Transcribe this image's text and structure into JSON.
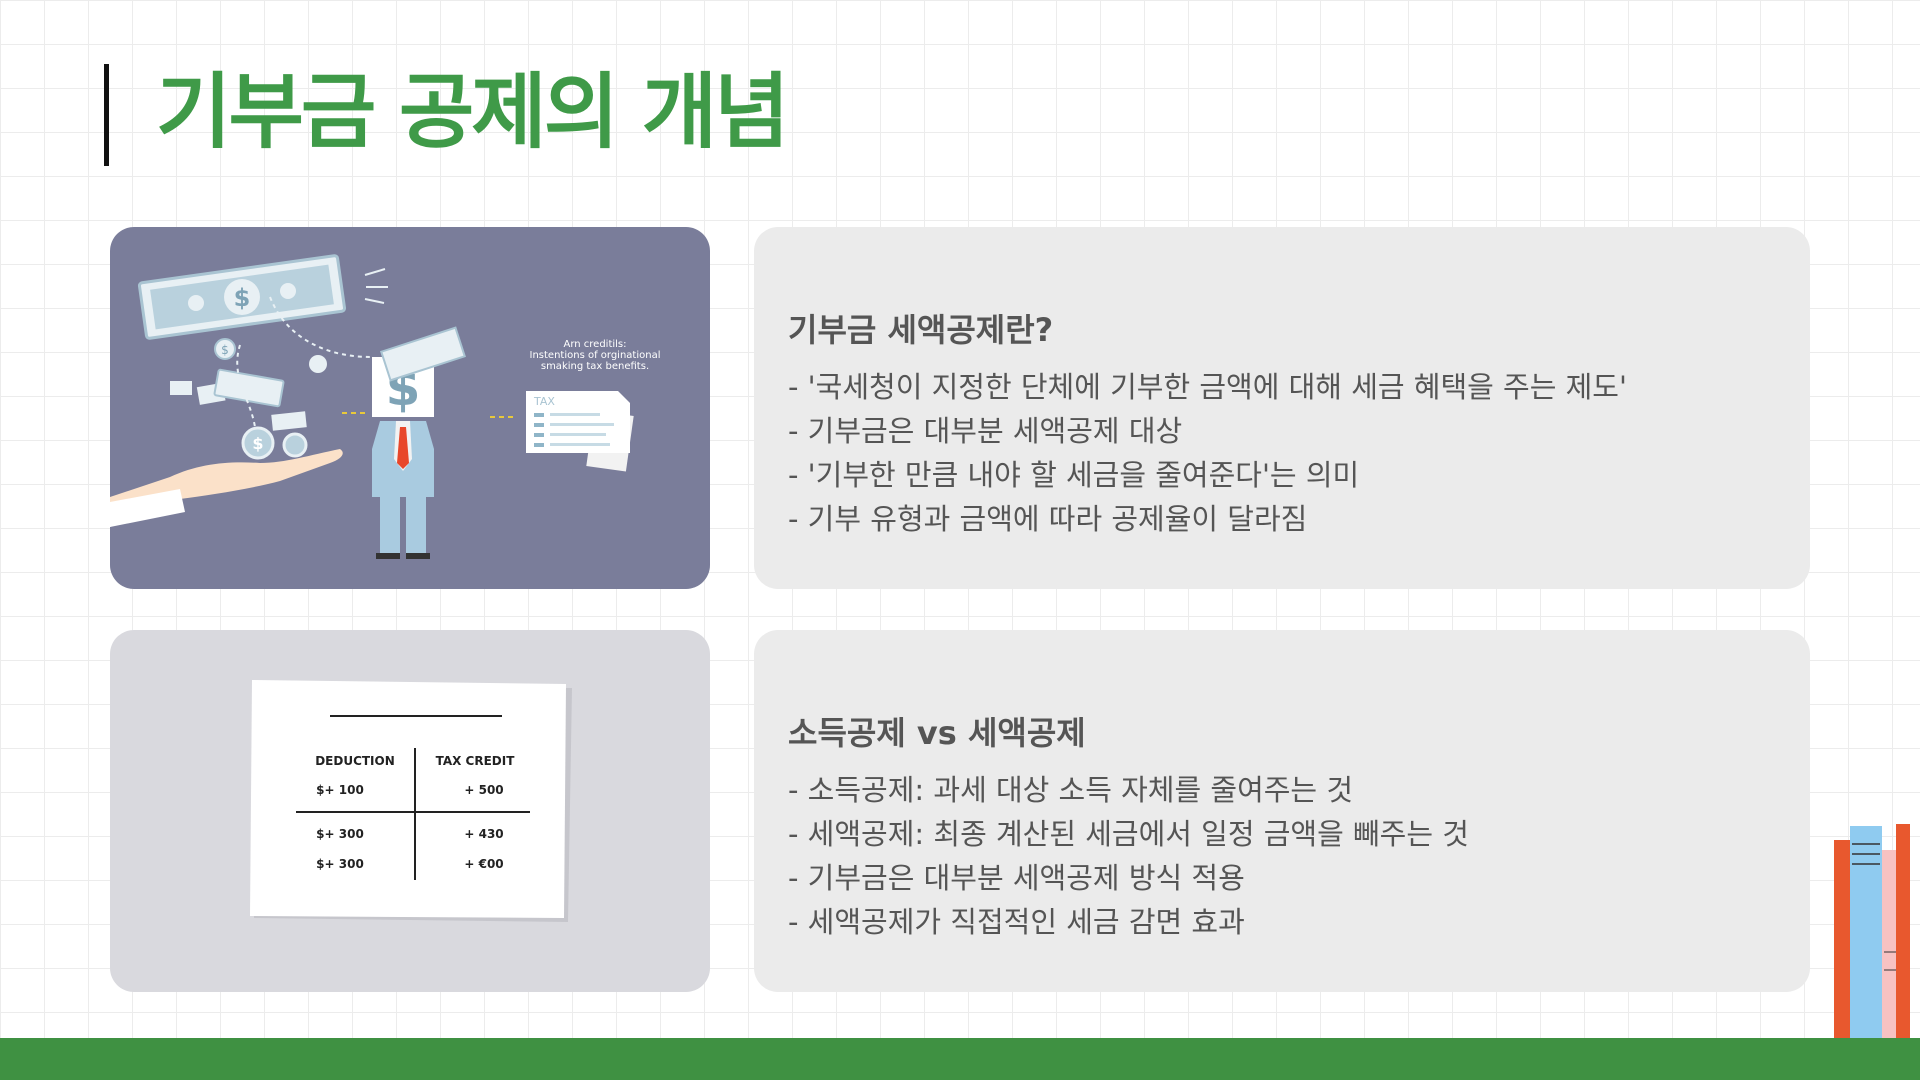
{
  "slide": {
    "title": "기부금 공제의 개념"
  },
  "section1": {
    "heading": "기부금 세액공제란?",
    "bullets": [
      "- '국세청이 지정한 단체에 기부한 금액에 대해 세금 혜택을 주는 제도'",
      "- 기부금은 대부분 세액공제 대상",
      "- '기부한 만큼 내야 할 세금을 줄여준다'는 의미",
      "- 기부 유형과 금액에 따라 공제율이 달라짐"
    ],
    "illustration": {
      "caption_lines": [
        "Arn creditils:",
        "Instentions of orginational",
        "smaking tax benefits."
      ],
      "doc_label": "TAX",
      "money_symbol": "$"
    }
  },
  "section2": {
    "heading": "소득공제 vs 세액공제",
    "bullets": [
      "- 소득공제: 과세 대상 소득 자체를 줄여주는 것",
      "- 세액공제: 최종 계산된 세금에서 일정 금액을 빼주는 것",
      "- 기부금은 대부분 세액공제 방식 적용",
      "- 세액공제가 직접적인 세금 감면 효과"
    ],
    "paper_table": {
      "headers": [
        "DEDUCTION",
        "TAX CREDIT"
      ],
      "rows": [
        [
          "$+ 100",
          "+ 500"
        ],
        [
          "$+ 300",
          "+ 430"
        ],
        [
          "$+ 300",
          "+ €00"
        ]
      ]
    }
  },
  "colors": {
    "title_green": "#3f9a48",
    "footer_green": "#3f9142",
    "card_gray": "#ebebeb",
    "illustration_bg": "#7a7d9a"
  }
}
